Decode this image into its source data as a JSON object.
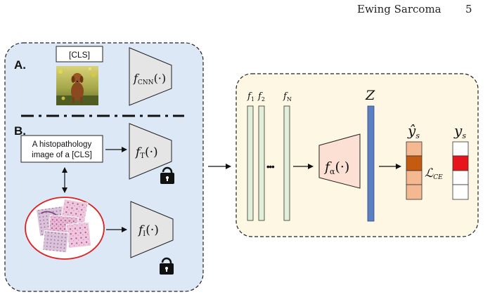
{
  "header": {
    "running_title": "Ewing Sarcoma",
    "page_number": "5"
  },
  "left_panel": {
    "section_a": {
      "label": "A.",
      "token_box": "[CLS]",
      "encoder_base": "f",
      "encoder_sub": "CNN",
      "encoder_args": "(·)"
    },
    "section_b": {
      "label": "B.",
      "prompt_line1": "A histopathology",
      "prompt_line2": "image of a [CLS]",
      "text_encoder_base": "f",
      "text_encoder_sub": "T",
      "text_encoder_args": "(·)",
      "image_encoder_base": "f",
      "image_encoder_sub": "I",
      "image_encoder_args": "(·)"
    }
  },
  "right_panel": {
    "features": [
      {
        "base": "f",
        "sub": "1"
      },
      {
        "base": "f",
        "sub": "2"
      },
      {
        "base": "f",
        "sub": "N"
      }
    ],
    "ellipsis": "•••",
    "latent_label": "Z",
    "head_base": "f",
    "head_sub": "α",
    "head_args": "(·)",
    "pred_base": "ŷ",
    "pred_sub": "s",
    "loss_base": "ℒ",
    "loss_sub": "CE",
    "true_base": "y",
    "true_sub": "s"
  },
  "colors": {
    "left_bg": "#dce8f5",
    "right_bg": "#fdf7e3",
    "feature_fill": "#e2f0d9",
    "latent_fill": "#5b7fc0",
    "head_fill": "#fbe0d3",
    "encoder_fill": "#e5e5e5",
    "pred_light": "#f5b992",
    "pred_dark": "#c55a11",
    "true_hot": "#e8141b",
    "circle": "#e02020"
  }
}
